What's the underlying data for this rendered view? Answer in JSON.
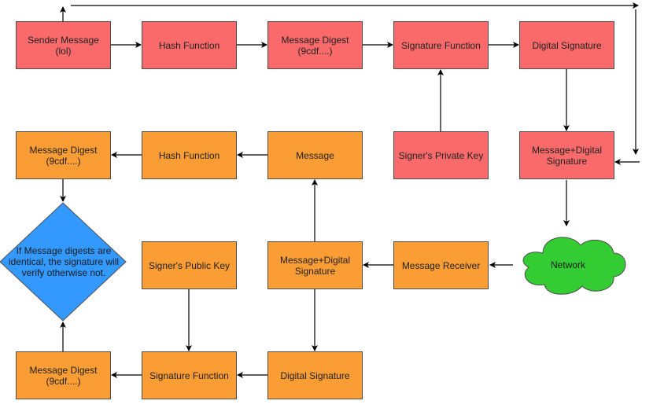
{
  "nodes": {
    "sender_message": {
      "line1": "Sender Message",
      "line2": "(lol)"
    },
    "hash_function_top": {
      "label": "Hash Function"
    },
    "message_digest_top": {
      "line1": "Message Digest",
      "line2": "(9cdf....)"
    },
    "signature_function_top": {
      "label": "Signature Function"
    },
    "digital_signature_top": {
      "label": "Digital Signature"
    },
    "signers_private_key": {
      "label": "Signer's Private Key"
    },
    "message_digital_signature_right": {
      "line1": "Message+Digital",
      "line2": "Signature"
    },
    "message_middle": {
      "label": "Message"
    },
    "hash_function_middle": {
      "label": "Hash Function"
    },
    "message_digest_middle": {
      "line1": "Message Digest",
      "line2": "(9cdf....)"
    },
    "decision": {
      "line1": "If Message digests are",
      "line2": "identical, the signature will",
      "line3": "verify otherwise not."
    },
    "network": {
      "label": "Network"
    },
    "message_receiver": {
      "label": "Message Receiver"
    },
    "message_digital_signature_center": {
      "line1": "Message+Digital",
      "line2": "Signature"
    },
    "signers_public_key": {
      "label": "Signer's Public Key"
    },
    "digital_signature_bottom": {
      "label": "Digital Signature"
    },
    "signature_function_bottom": {
      "label": "Signature Function"
    },
    "message_digest_bottom": {
      "line1": "Message Digest",
      "line2": "(9cdf....)"
    }
  },
  "colors": {
    "sender_fill": "#fa6a6a",
    "receiver_fill": "#fa9d34",
    "decision_fill": "#3399ff",
    "network_fill": "#33cc33",
    "edge": "#000000"
  }
}
